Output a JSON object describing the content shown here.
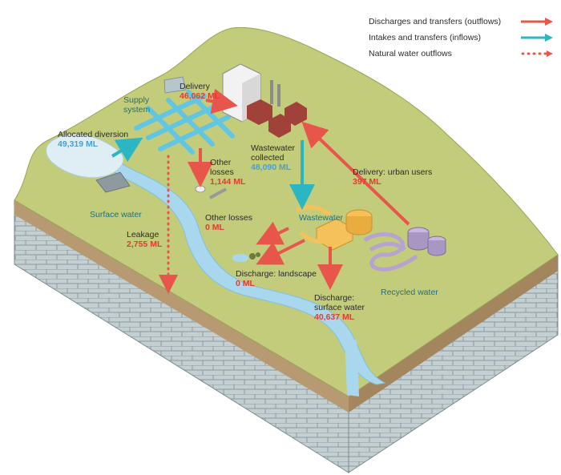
{
  "legend": {
    "outflows": "Discharges and transfers (outflows)",
    "inflows": "Intakes and transfers (inflows)",
    "natural": "Natural water outflows"
  },
  "labels": {
    "delivery": {
      "text": "Delivery",
      "value": "46,062 ML"
    },
    "supply_system": {
      "line1": "Supply",
      "line2": "system"
    },
    "allocated_diversion": {
      "text": "Allocated diversion",
      "value": "49,319 ML"
    },
    "other_losses_1": {
      "line1": "Other",
      "line2": "losses",
      "value": "1,144 ML"
    },
    "wastewater_collected": {
      "line1": "Wastewater",
      "line2": "collected",
      "value": "48,090 ML"
    },
    "delivery_urban": {
      "text": "Delivery: urban users",
      "value": "397 ML"
    },
    "surface_water": "Surface water",
    "other_losses_2": {
      "text": "Other losses",
      "value": "0 ML"
    },
    "wastewater": "Wastewater",
    "leakage": {
      "text": "Leakage",
      "value": "2,755 ML"
    },
    "discharge_landscape": {
      "text": "Discharge: landscape",
      "value": "0 ML"
    },
    "recycled_water": "Recycled water",
    "discharge_surface": {
      "line1": "Discharge:",
      "line2": "surface water",
      "value": "40,637 ML"
    }
  },
  "colors": {
    "outflow": "#e8564b",
    "inflow": "#2bb6c4",
    "natural": "#e8564b",
    "grass": "#c3cc7a",
    "river": "#a9d8ee",
    "rock": "#b7c3c6"
  }
}
